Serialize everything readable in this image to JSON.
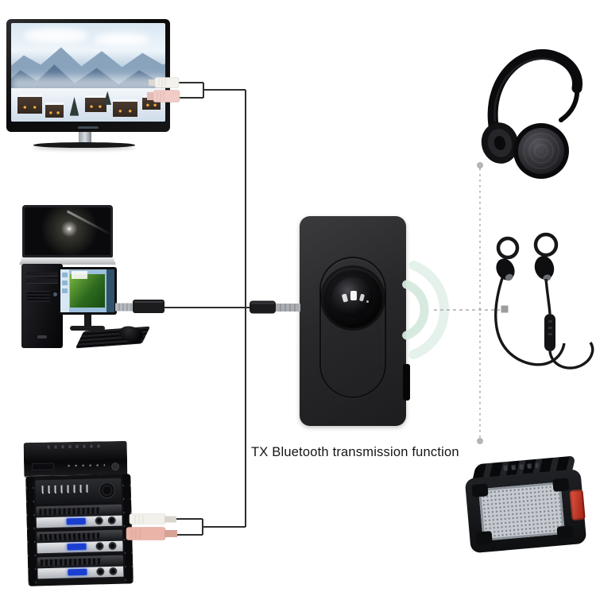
{
  "caption": "TX Bluetooth transmission function",
  "transmitter": {
    "label": "Bluetooth TX audio adapter",
    "visible_parts": [
      "round lens button",
      "side switch",
      "3.5mm aux input"
    ],
    "wireless_wave_color": "#d9ebe1"
  },
  "sources": [
    {
      "id": "tv",
      "label": "flat-screen television",
      "connector": "white + pink plugs"
    },
    {
      "id": "computer",
      "label": "laptop and desktop computer",
      "connector": "3.5mm aux jack"
    },
    {
      "id": "amplifier-rack",
      "label": "AV receiver and amplifier rack",
      "connector": "white + red RCA plugs"
    }
  ],
  "receivers": [
    {
      "id": "headphones",
      "label": "over-ear wireless headphones"
    },
    {
      "id": "earbuds",
      "label": "sport Bluetooth earbuds"
    },
    {
      "id": "speaker",
      "label": "rugged portable Bluetooth speaker"
    }
  ],
  "colors": {
    "background": "#ffffff",
    "cable": "#2e2e2e",
    "dashed_link": "#ababab",
    "rca_white": "#f3f1ec",
    "rca_pink": "#f1cbc6",
    "rca_red": "#eab4aa",
    "speaker_clip_red": "#c23b22",
    "wireless_wave": "#d9ebe1"
  }
}
